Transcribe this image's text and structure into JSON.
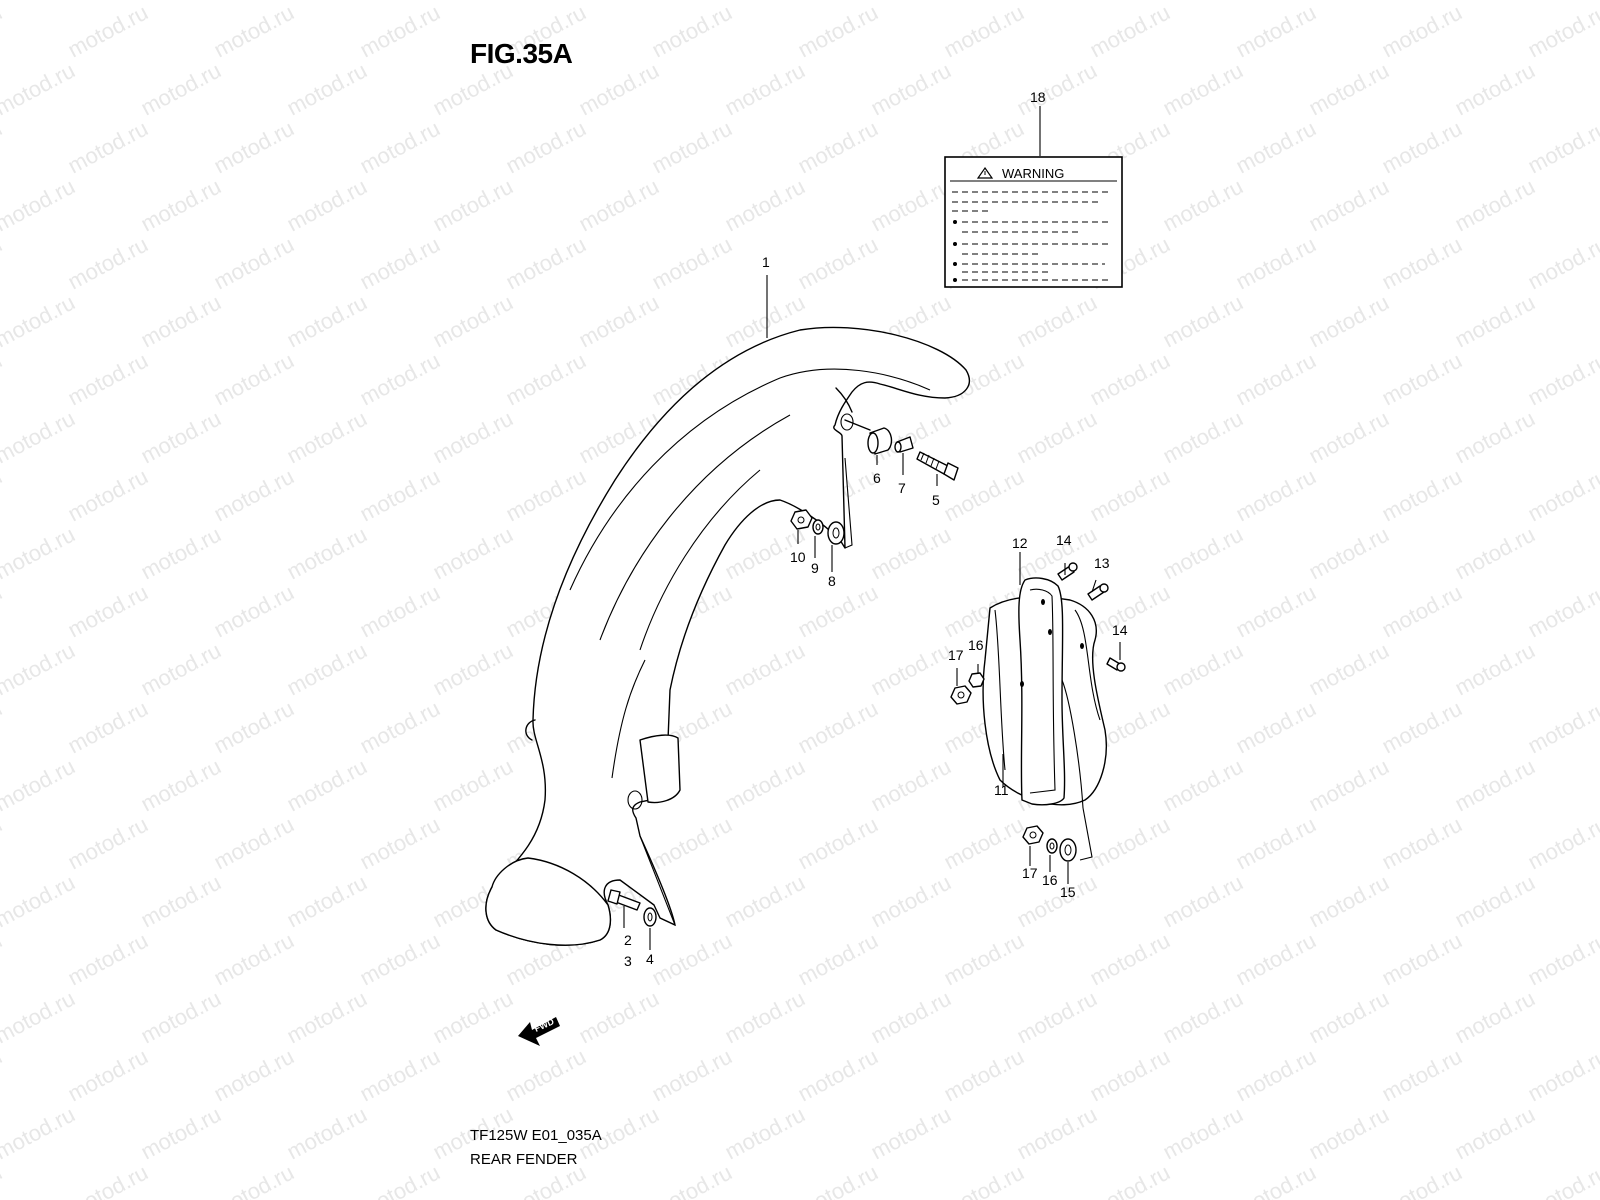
{
  "figure": {
    "title": "FIG.35A",
    "code": "TF125W E01_035A",
    "name": "REAR FENDER"
  },
  "watermark": {
    "text": "motod.ru",
    "color": "#e7e7e7"
  },
  "label": {
    "heading": "WARNING",
    "icon": "warning-triangle-icon"
  },
  "fwd_arrow": {
    "text": "FWD"
  },
  "callouts": [
    {
      "id": "c1",
      "label": "1"
    },
    {
      "id": "c2",
      "label": "2"
    },
    {
      "id": "c3",
      "label": "3"
    },
    {
      "id": "c4",
      "label": "4"
    },
    {
      "id": "c5",
      "label": "5"
    },
    {
      "id": "c6",
      "label": "6"
    },
    {
      "id": "c7",
      "label": "7"
    },
    {
      "id": "c8",
      "label": "8"
    },
    {
      "id": "c9",
      "label": "9"
    },
    {
      "id": "c10",
      "label": "10"
    },
    {
      "id": "c11",
      "label": "11"
    },
    {
      "id": "c12",
      "label": "12"
    },
    {
      "id": "c13",
      "label": "13"
    },
    {
      "id": "c14a",
      "label": "14"
    },
    {
      "id": "c14b",
      "label": "14"
    },
    {
      "id": "c15",
      "label": "15"
    },
    {
      "id": "c16a",
      "label": "16"
    },
    {
      "id": "c16b",
      "label": "16"
    },
    {
      "id": "c17a",
      "label": "17"
    },
    {
      "id": "c17b",
      "label": "17"
    },
    {
      "id": "c18",
      "label": "18"
    }
  ]
}
